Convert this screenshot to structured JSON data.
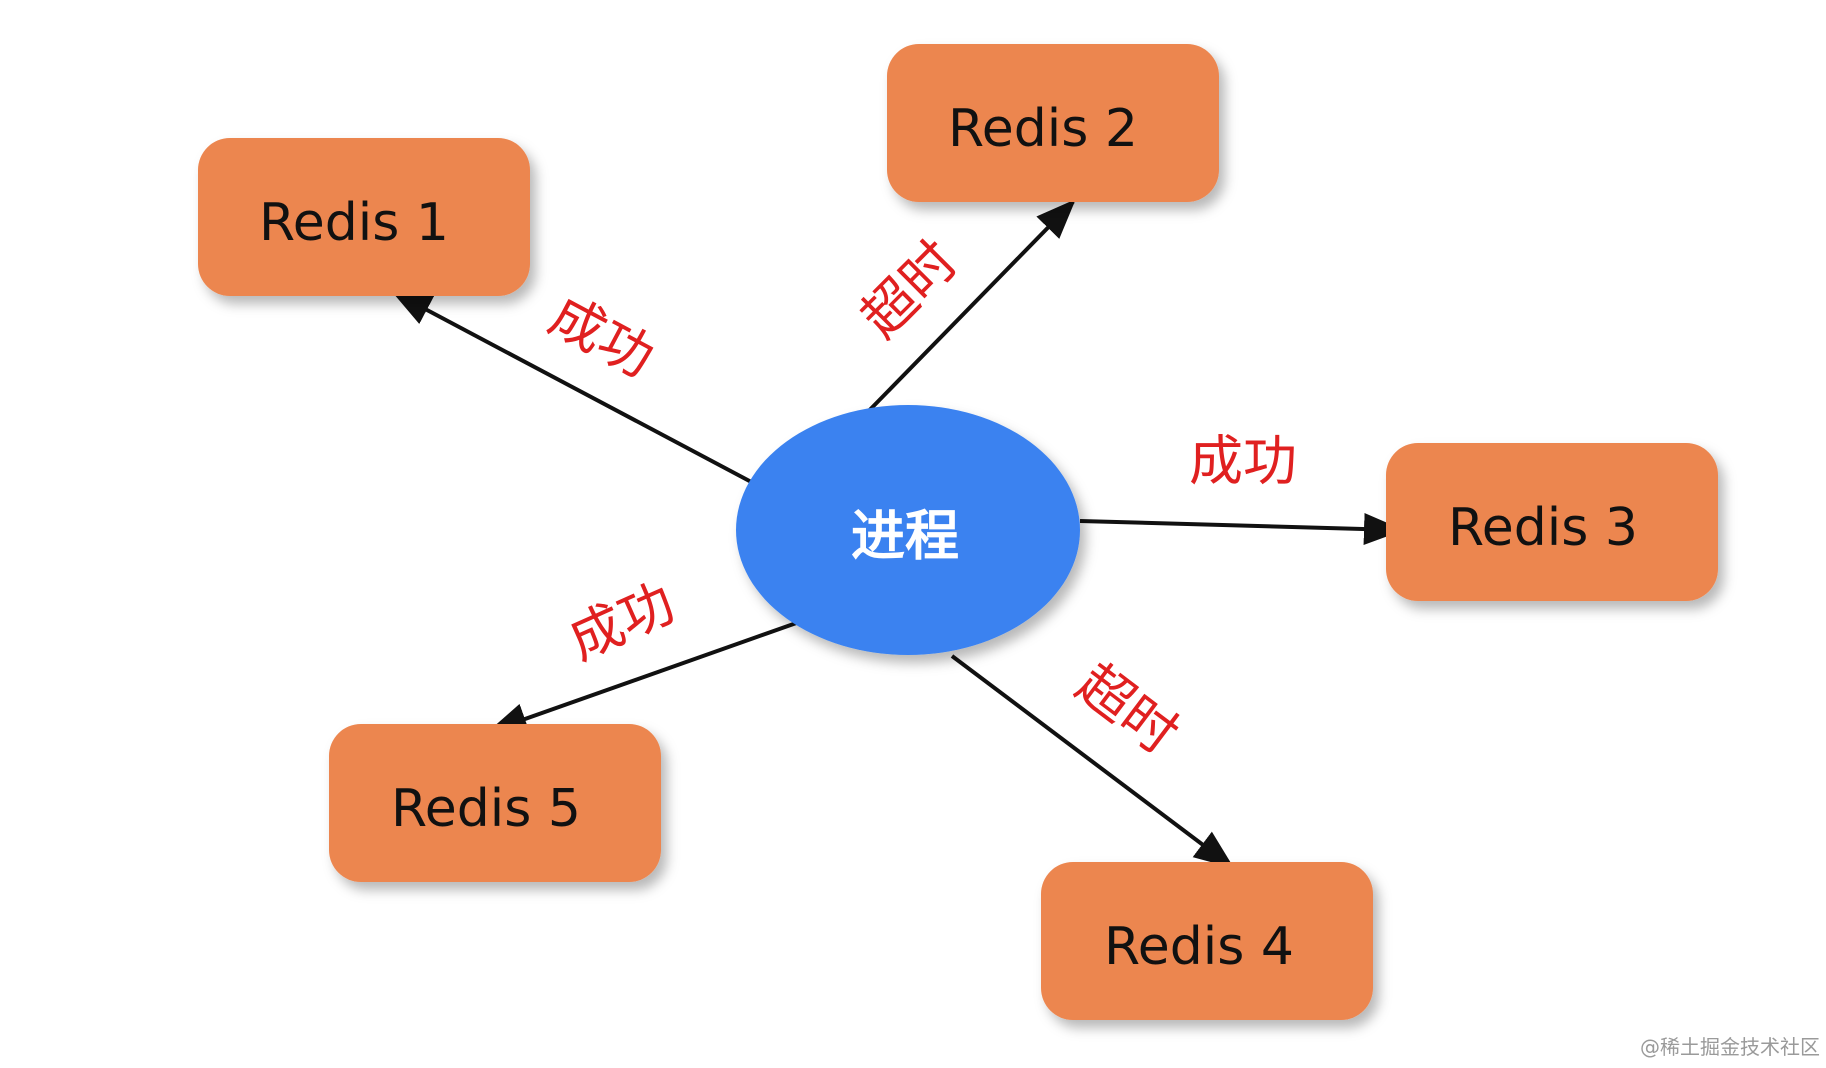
{
  "colors": {
    "node_fill": "#ec8650",
    "center_fill": "#3a82f0",
    "edge_stroke": "#111111",
    "edge_label": "#e02020",
    "shadow": "#bbbbbb"
  },
  "center": {
    "label": "进程"
  },
  "nodes": [
    {
      "id": "redis-1",
      "label": "Redis 1"
    },
    {
      "id": "redis-2",
      "label": "Redis 2"
    },
    {
      "id": "redis-3",
      "label": "Redis 3"
    },
    {
      "id": "redis-4",
      "label": "Redis 4"
    },
    {
      "id": "redis-5",
      "label": "Redis 5"
    }
  ],
  "edges": [
    {
      "to": "redis-1",
      "label": "成功"
    },
    {
      "to": "redis-2",
      "label": "超时"
    },
    {
      "to": "redis-3",
      "label": "成功"
    },
    {
      "to": "redis-4",
      "label": "超时"
    },
    {
      "to": "redis-5",
      "label": "成功"
    }
  ],
  "watermark": "@稀土掘金技术社区"
}
